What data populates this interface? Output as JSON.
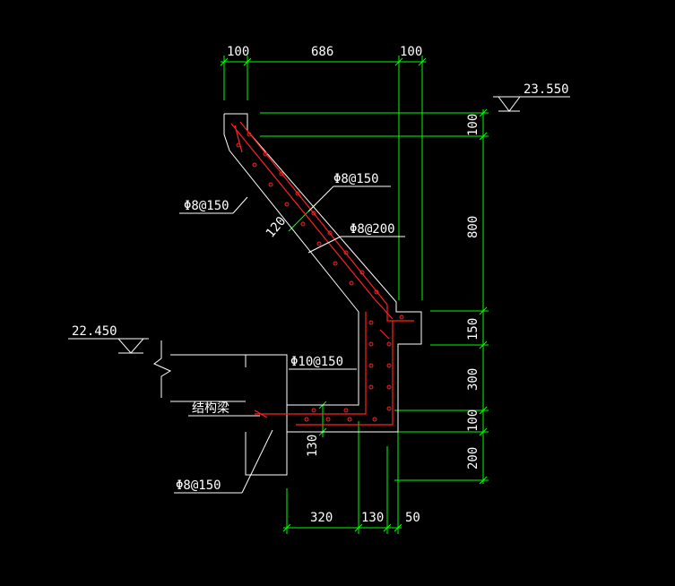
{
  "top_dimensions": [
    "100",
    "686",
    "100"
  ],
  "bottom_dimensions": [
    "320",
    "130",
    "50"
  ],
  "right_dimensions": [
    "100",
    "800",
    "150",
    "300",
    "100",
    "200"
  ],
  "left_dimensions": [
    "130"
  ],
  "thickness_label": "120",
  "elevations": {
    "top": "23.550",
    "left": "22.450"
  },
  "rebar_labels": {
    "top_left": "Φ8@150",
    "diagonal_mid": "Φ8@150",
    "diagonal_dist": "Φ8@200",
    "vertical": "Φ10@150",
    "bottom": "Φ8@150"
  },
  "beam_label": "结构梁",
  "colors": {
    "background": "#000000",
    "dimension": "#00ff00",
    "outline": "#ffffff",
    "rebar": "#ff2020"
  }
}
